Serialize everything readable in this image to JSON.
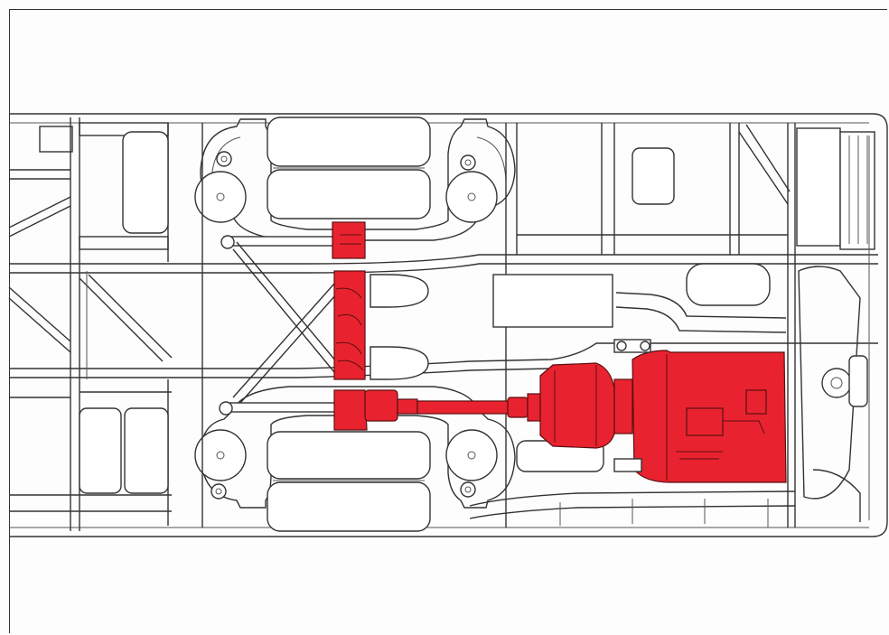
{
  "diagram": {
    "subject": "bus-chassis-underside",
    "colors": {
      "highlight": "#e8232f",
      "line": "#333333",
      "background": "#fdfdfd"
    },
    "highlighted_components": [
      "rear-axle",
      "drive-shaft",
      "gearbox",
      "engine"
    ]
  }
}
